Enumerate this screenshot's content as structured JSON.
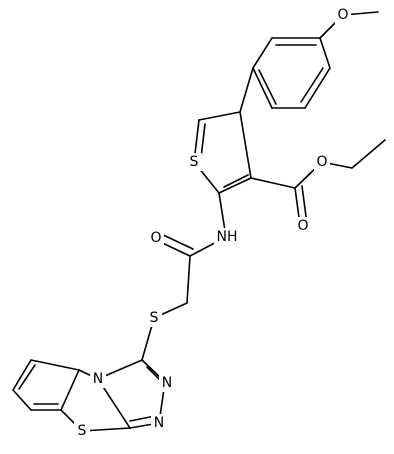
{
  "atom_labels": {
    "methoxy_o": "O",
    "thiophene_s": "S",
    "ester_carbonyl_o": "O",
    "ester_o": "O",
    "amide_o": "O",
    "amide_nh": "NH",
    "thioether_s": "S",
    "triazole_n_bridge": "N",
    "triazole_n_a": "N",
    "triazole_n_b": "N",
    "benzothiazole_s": "S"
  }
}
